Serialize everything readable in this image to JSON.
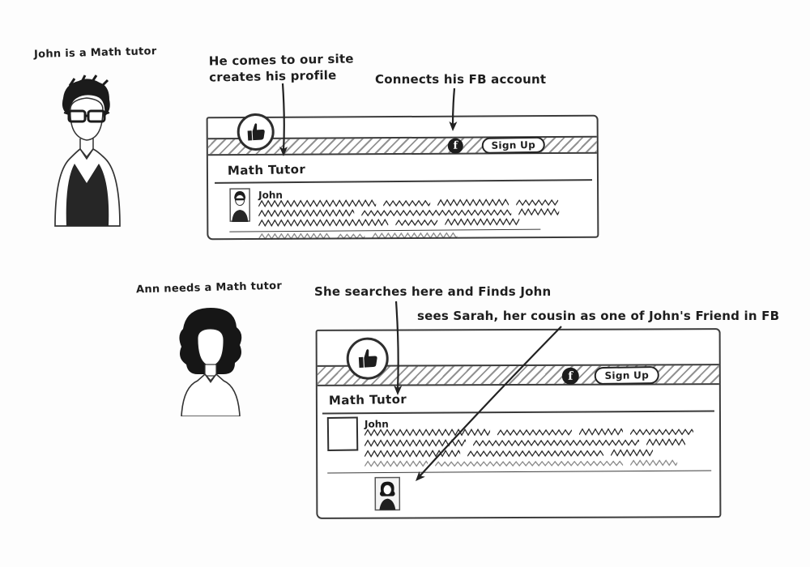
{
  "scene_john": {
    "caption": "John is a Math tutor",
    "annotations": {
      "profile": "He comes to our site\ncreates his profile",
      "fb": "Connects his FB account"
    },
    "site": {
      "section_title": "Math Tutor",
      "signup_label": "Sign Up",
      "fb_icon": "f",
      "profile_name": "John"
    }
  },
  "scene_ann": {
    "caption": "Ann needs a Math tutor",
    "annotations": {
      "search": "She searches here and Finds John",
      "sarah": "sees Sarah, her cousin as one of John's Friend in FB"
    },
    "site": {
      "section_title": "Math Tutor",
      "signup_label": "Sign Up",
      "fb_icon": "f",
      "profile_name": "John"
    }
  },
  "icons": {
    "logo": "thumbs-up-icon",
    "fb": "facebook-icon"
  },
  "colors": {
    "ink": "#1e1e1e",
    "fb_badge": "#1d1d1d",
    "hatch": "#929292"
  }
}
